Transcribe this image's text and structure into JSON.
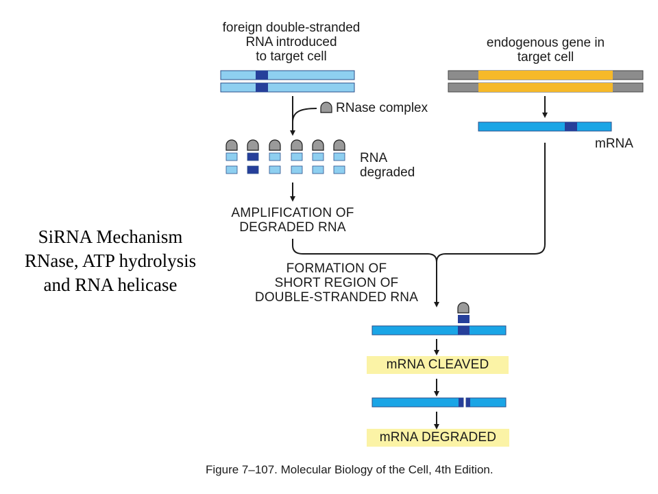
{
  "side_note": {
    "line1": "SiRNA Mechanism",
    "line2": "RNase, ATP hydrolysis",
    "line3": "and RNA helicase"
  },
  "labels": {
    "foreign_dsrna_line1": "foreign double-stranded",
    "foreign_dsrna_line2": "RNA introduced",
    "foreign_dsrna_line3": "to target cell",
    "endogenous_line1": "endogenous gene in",
    "endogenous_line2": "target cell",
    "rnase_complex": "RNase complex",
    "mrna": "mRNA",
    "rna_degraded_line1": "RNA",
    "rna_degraded_line2": "degraded",
    "amplification_line1": "AMPLIFICATION OF",
    "amplification_line2": "DEGRADED RNA",
    "formation_line1": "FORMATION OF",
    "formation_line2": "SHORT REGION OF",
    "formation_line3": "DOUBLE-STRANDED RNA",
    "mrna_cleaved": "mRNA CLEAVED",
    "mrna_degraded": "mRNA DEGRADED"
  },
  "caption": "Figure 7–107. Molecular Biology of the Cell, 4th Edition.",
  "colors": {
    "rna_light": "#8ecff0",
    "rna_dark": "#263f9a",
    "mrna_blue": "#1aa5e6",
    "gene_gold": "#f6b929",
    "gene_gray": "#8c8c8c",
    "rnase_gray": "#9a9a9a",
    "highlight": "#fbf3a6"
  }
}
